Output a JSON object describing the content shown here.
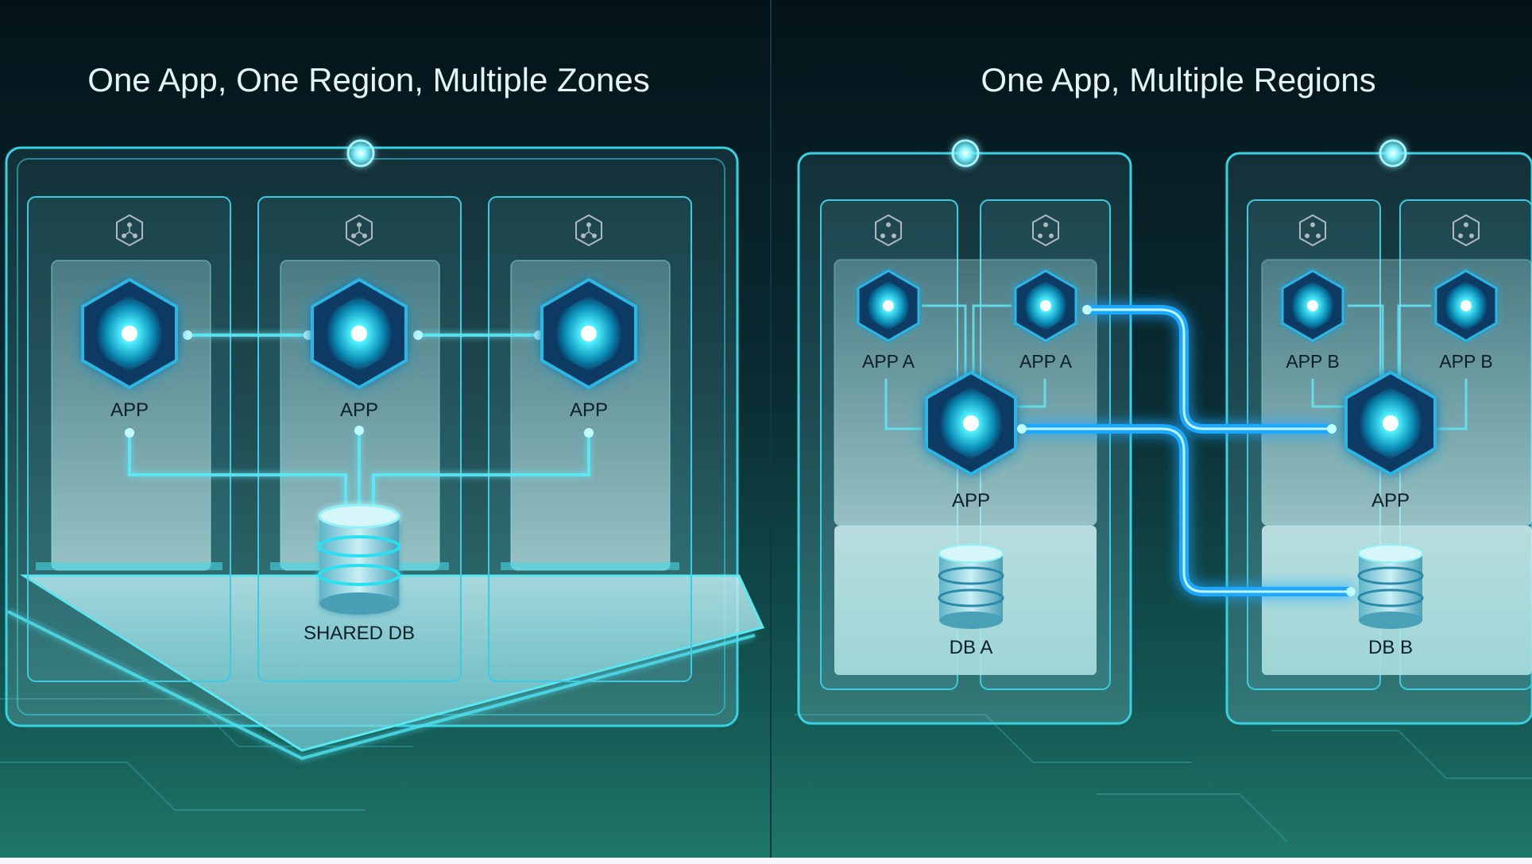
{
  "colors": {
    "accent": "#2fe0f0",
    "line_blue": "#1fa8ff",
    "bg_dark": "#051a20",
    "bg_mid": "#0c3d44",
    "bg_bottom": "#1d7166",
    "label": "#0b1f28",
    "title": "#e6f6f8"
  },
  "left": {
    "title": "One App, One Region, Multiple Zones",
    "zones": [
      {
        "icon": "zone-network-icon",
        "app_label": "APP"
      },
      {
        "icon": "zone-network-icon",
        "app_label": "APP"
      },
      {
        "icon": "zone-network-icon",
        "app_label": "APP"
      }
    ],
    "db_label": "SHARED DB"
  },
  "right": {
    "title": "One App, Multiple Regions",
    "regions": [
      {
        "zone_apps": [
          "APP A",
          "APP A"
        ],
        "main_app_label": "APP",
        "db_label": "DB A"
      },
      {
        "zone_apps": [
          "APP B",
          "APP B"
        ],
        "main_app_label": "APP",
        "db_label": "DB B"
      }
    ]
  }
}
